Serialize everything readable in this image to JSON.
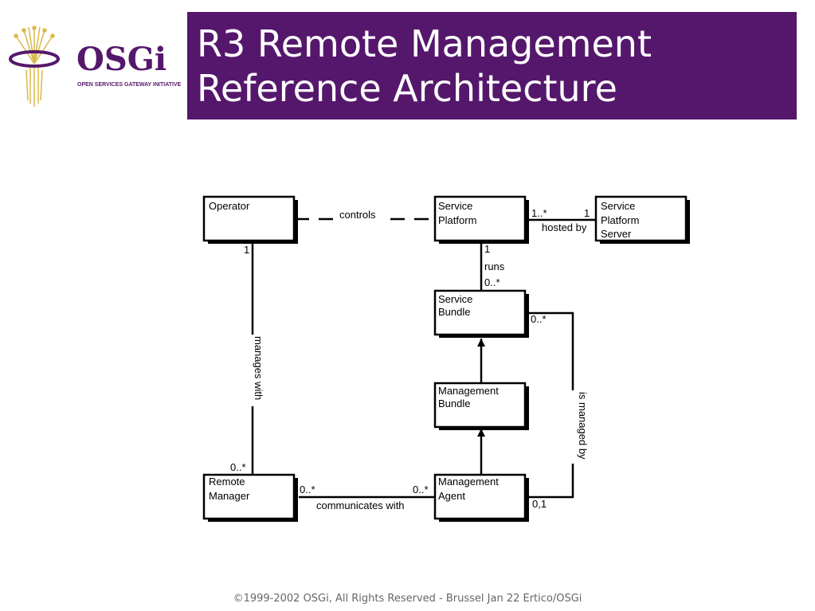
{
  "logo": {
    "wordmark": "OSGi",
    "tagline": "OPEN SERVICES GATEWAY INITIATIVE",
    "colors": {
      "wordmark": "#55176b",
      "rays": "#d9b94a"
    }
  },
  "title": {
    "line1": "R3 Remote Management",
    "line2": "Reference Architecture",
    "background": "#55176b",
    "color": "#ffffff"
  },
  "diagram": {
    "boxes": {
      "operator": [
        "Operator"
      ],
      "service_platform": [
        "Service",
        "Platform"
      ],
      "service_platform_server": [
        "Service",
        "Platform",
        "Server"
      ],
      "service_bundle": [
        "Service",
        "Bundle"
      ],
      "management_bundle": [
        "Management",
        "Bundle"
      ],
      "remote_manager": [
        "Remote",
        "Manager"
      ],
      "management_agent": [
        "Management",
        "Agent"
      ]
    },
    "associations": {
      "controls": {
        "label": "controls"
      },
      "hosted_by": {
        "label": "hosted by",
        "platform_end": "1..*",
        "server_end": "1"
      },
      "runs": {
        "label": "runs",
        "platform_end": "1",
        "bundle_end": "0..*"
      },
      "manages_with": {
        "label": "manages with",
        "operator_end": "1",
        "manager_end": "0..*"
      },
      "communicates_with": {
        "label": "communicates with",
        "manager_end": "0..*",
        "agent_end": "0..*"
      },
      "is_managed_by": {
        "label": "is managed by",
        "bundle_end": "0..*",
        "agent_end": "0,1"
      }
    }
  },
  "footer": {
    "text": "©1999-2002 OSGi, All Rights Reserved - Brussel Jan 22 Ertico/OSGi"
  }
}
